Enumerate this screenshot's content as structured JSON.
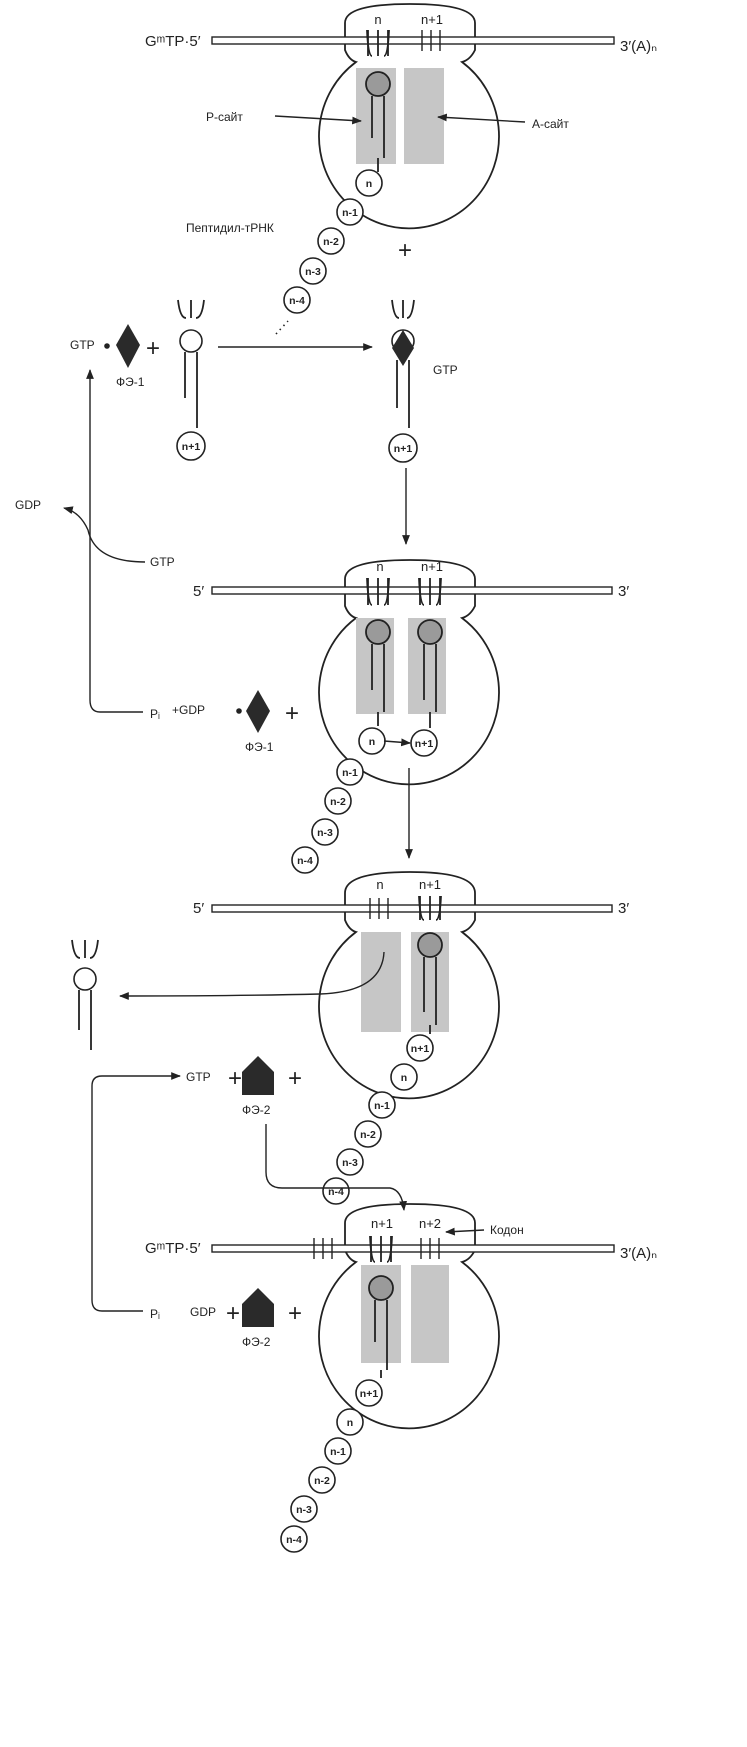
{
  "colors": {
    "ink": "#222222",
    "site_fill": "#c6c6c6",
    "factor_fill": "#2a2a2a",
    "background": "#ffffff"
  },
  "icons": [
    "ribosome-icon",
    "trna-icon",
    "elongation-factor-1-icon",
    "elongation-factor-2-icon"
  ],
  "stage1": {
    "mrna_5": "GᵐTP·5′",
    "mrna_3": "3′(A)ₙ",
    "codon_n": "n",
    "codon_n1": "n+1",
    "p_site": "P-сайт",
    "a_site": "A-сайт",
    "peptidyl_trna": "Пептидил-тРНК",
    "plus": "+",
    "chain": [
      "n",
      "n-1",
      "n-2",
      "n-3",
      "n-4"
    ]
  },
  "binding": {
    "gtp_left": "GTP",
    "factor1": "ФЭ-1",
    "plus": "+",
    "aa_left": "n+1",
    "gtp_right": "GTP",
    "aa_right": "n+1"
  },
  "cycle_left": {
    "gdp_top": "GDP",
    "gtp_mid": "GTP",
    "pi": "Pᵢ",
    "gdp_factor": "+GDP",
    "factor1": "ФЭ-1",
    "plus": "+"
  },
  "stage2": {
    "mrna_5": "5′",
    "mrna_3": "3′",
    "codon_n": "n",
    "codon_n1": "n+1",
    "aa_n1": "n+1",
    "chain": [
      "n",
      "n-1",
      "n-2",
      "n-3",
      "n-4"
    ]
  },
  "stage3": {
    "mrna_5": "5′",
    "mrna_3": "3′",
    "codon_n": "n",
    "codon_n1": "n+1",
    "chain": [
      "n+1",
      "n",
      "n-1",
      "n-2",
      "n-3",
      "n-4"
    ],
    "gtp": "GTP",
    "plus1": "+",
    "plus2": "+",
    "factor2": "ФЭ-2"
  },
  "stage4": {
    "mrna_5": "GᵐTP·5′",
    "mrna_3": "3′(A)ₙ",
    "codon_n1": "n+1",
    "codon_n2": "n+2",
    "codon_label": "Кодон",
    "pi": "Pᵢ",
    "gdp": "GDP",
    "plus1": "+",
    "plus2": "+",
    "factor2": "ФЭ-2",
    "chain": [
      "n+1",
      "n",
      "n-1",
      "n-2",
      "n-3",
      "n-4"
    ]
  }
}
